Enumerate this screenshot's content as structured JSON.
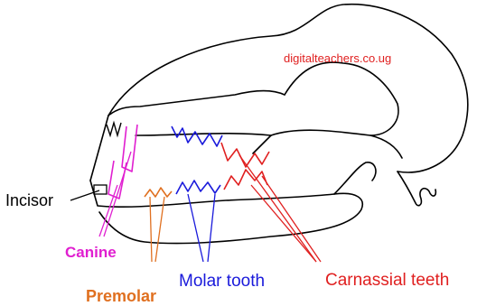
{
  "watermark": "digitalteachers.co.ug",
  "labels": {
    "incisor": "Incisor",
    "canine": "Canine",
    "premolar": "Premolar",
    "molar": "Molar tooth",
    "carnassial": "Carnassial teeth"
  },
  "colors": {
    "outline": "#000000",
    "canine": "#e01fd0",
    "premolar": "#e07020",
    "molar": "#1a1adb",
    "carnassial": "#e02020",
    "watermark": "#e02020"
  }
}
